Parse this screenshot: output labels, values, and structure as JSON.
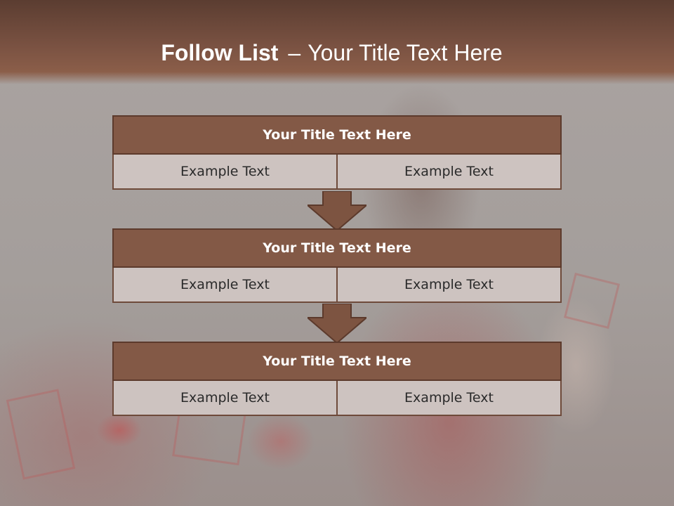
{
  "slide": {
    "title_bold": "Follow List",
    "title_separator": "–",
    "title_rest": "Your Title Text Here"
  },
  "blocks": [
    {
      "title": "Your Title Text Here",
      "left": "Example Text",
      "right": "Example Text"
    },
    {
      "title": "Your Title Text Here",
      "left": "Example Text",
      "right": "Example Text"
    },
    {
      "title": "Your Title Text Here",
      "left": "Example Text",
      "right": "Example Text"
    }
  ],
  "colors": {
    "banner": "#7a5242",
    "header_fill": "#835946",
    "cell_fill": "#cdc3c0",
    "arrow_fill": "#7d5441"
  },
  "icons": {
    "connector": "arrow-down-icon"
  }
}
